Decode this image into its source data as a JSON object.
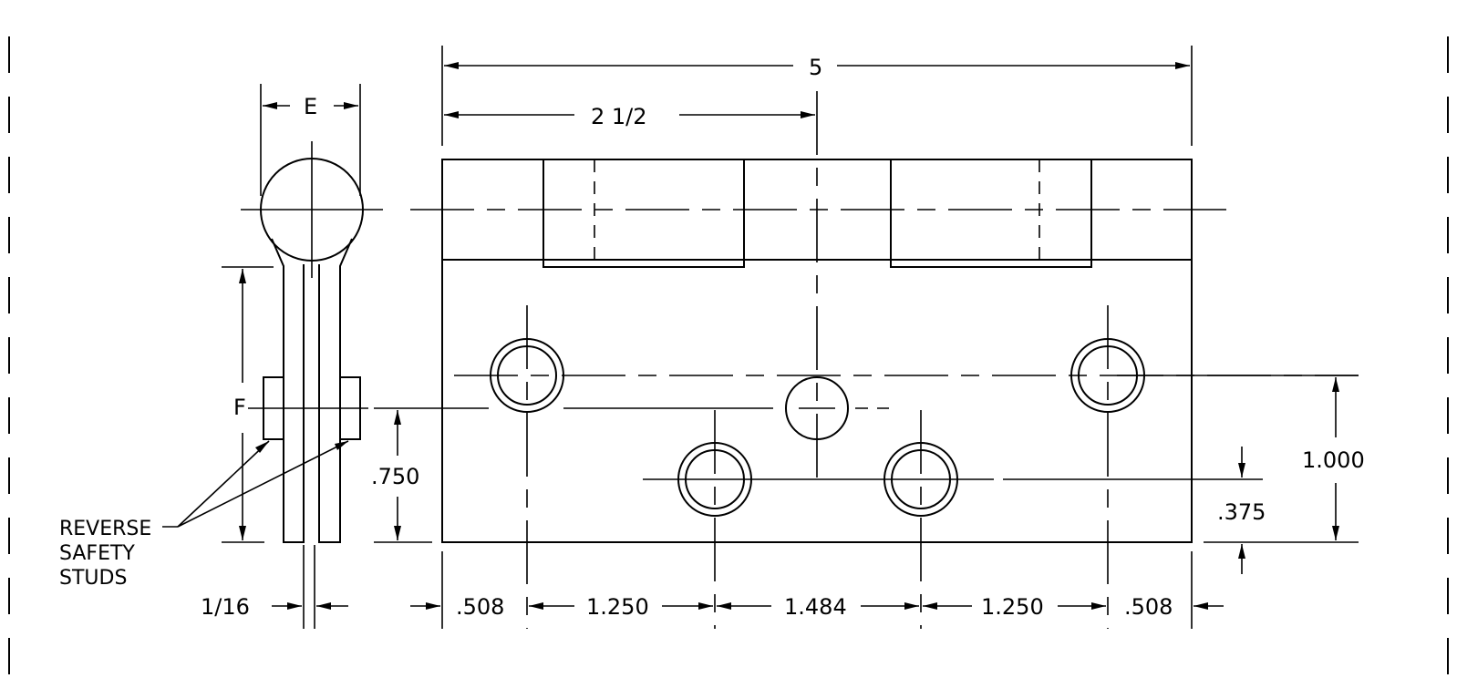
{
  "dimensions": {
    "overall_length": "5",
    "half_length": "2 1/2",
    "knuckle_width": "E",
    "pin_offset": "F",
    "stud_row_height": ".750",
    "hole_row_height": "1.000",
    "lower_hole_height": ".375",
    "leaf_gap": "1/16",
    "edge_left": ".508",
    "spacing_a": "1.250",
    "spacing_center": "1.484",
    "spacing_b": "1.250",
    "edge_right": ".508"
  },
  "notes": {
    "stud_callout": [
      "REVERSE",
      "SAFETY",
      "STUDS"
    ]
  }
}
